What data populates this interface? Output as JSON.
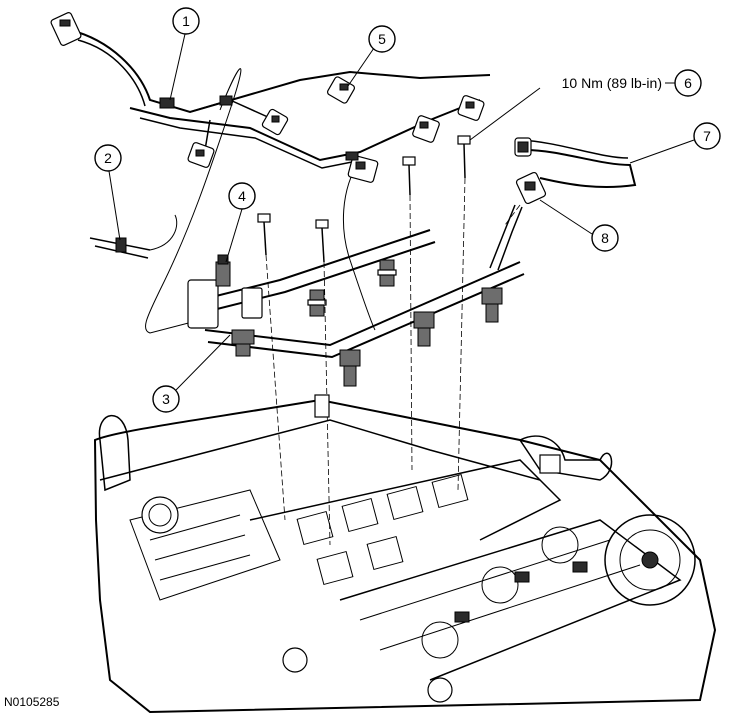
{
  "figure_id": "N0105285",
  "torque_spec": "10 Nm (89 lb-in)",
  "callouts": [
    "1",
    "2",
    "3",
    "4",
    "5",
    "6",
    "7",
    "8"
  ]
}
